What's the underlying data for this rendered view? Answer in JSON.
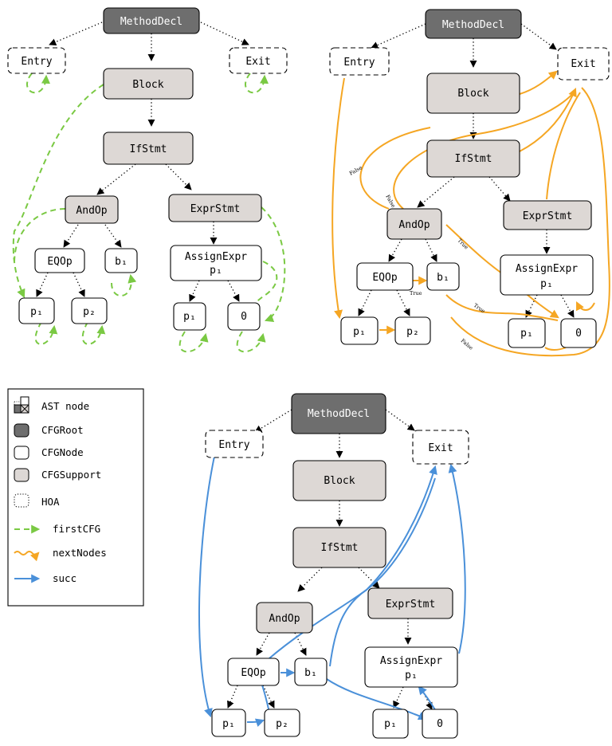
{
  "node_labels": {
    "method_decl": "MethodDecl",
    "entry": "Entry",
    "exit": "Exit",
    "block": "Block",
    "if_stmt": "IfStmt",
    "and_op": "AndOp",
    "expr_stmt": "ExprStmt",
    "eq_op": "EQOp",
    "b1": "b₁",
    "assign_expr_line1": "AssignExpr",
    "assign_expr_line2": "p₁",
    "p1": "p₁",
    "p2": "p₂",
    "zero": "0"
  },
  "edge_labels": {
    "true": "True",
    "false": "False"
  },
  "legend": {
    "ast_node": "AST node",
    "cfg_root": "CFGRoot",
    "cfg_node": "CFGNode",
    "cfg_support": "CFGSupport",
    "hoa": "HOA",
    "first_cfg": "firstCFG",
    "next_nodes": "nextNodes",
    "succ": "succ"
  },
  "colors": {
    "first_cfg": "#7ac943",
    "next_nodes": "#f5a623",
    "succ": "#4a90d9",
    "cfg_root": "#6e6e6e",
    "cfg_support": "#ddd8d5"
  }
}
